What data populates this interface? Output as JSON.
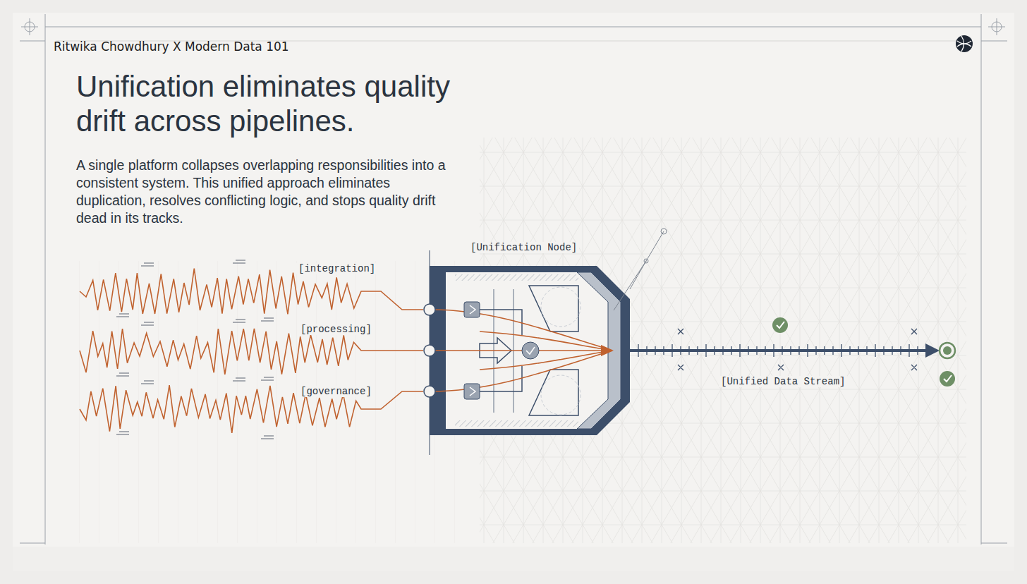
{
  "diagram": {
    "title": "Unification eliminates quality drift across pipelines.",
    "caption": "A single platform collapses overlapping responsibilities into a consistent system. This unified approach eliminates duplication, resolves conflicting logic, and stops quality drift dead in its tracks.",
    "nodes": [
      {
        "text": [
          "[Unification Node]"
        ]
      }
    ],
    "labels": [
      "Ritwika Chowdhury X Modern Data 101",
      "[integration]",
      "[processing]",
      "[governance]",
      "[Unified Data Stream]"
    ]
  }
}
